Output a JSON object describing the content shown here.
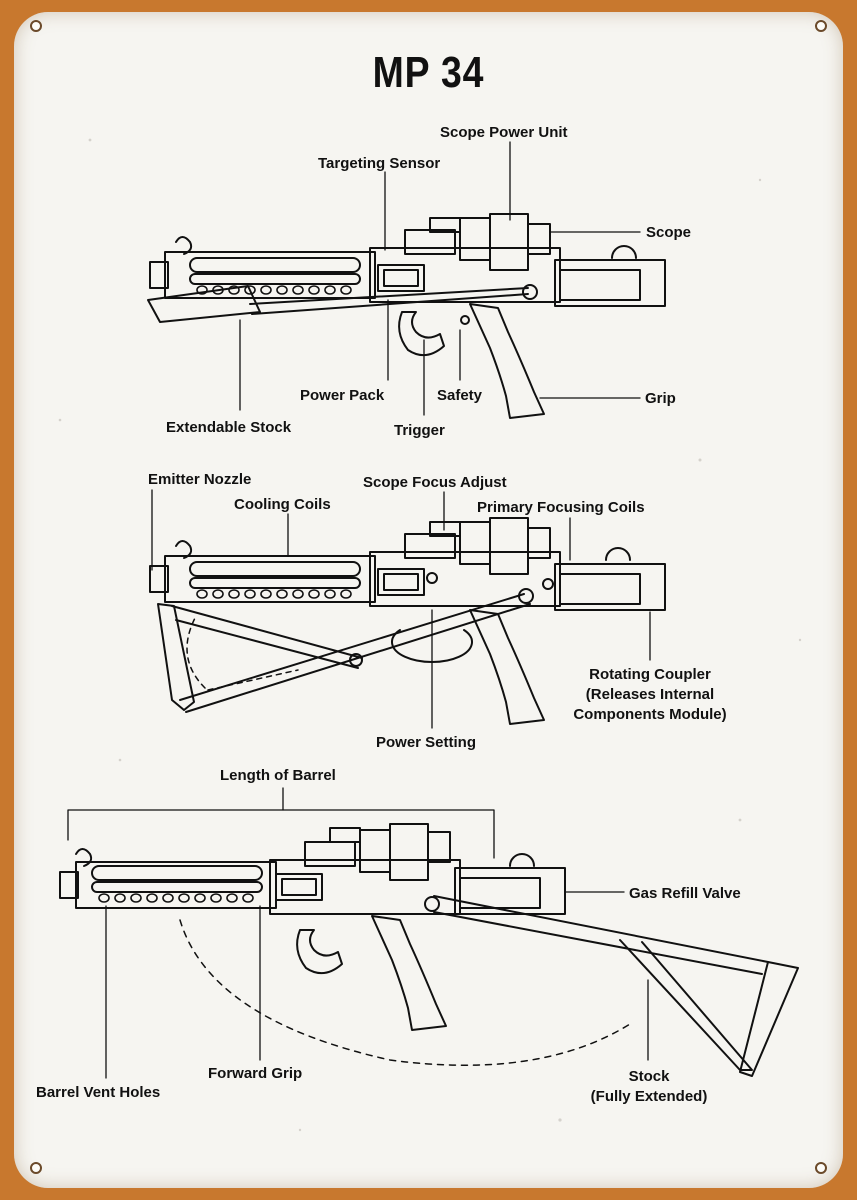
{
  "title": "MP 34",
  "colors": {
    "rust_border": "#c8782e",
    "panel": "#f6f5f1",
    "ink": "#111111"
  },
  "labels": {
    "scope_power_unit": "Scope Power Unit",
    "targeting_sensor": "Targeting Sensor",
    "scope": "Scope",
    "power_pack": "Power Pack",
    "safety": "Safety",
    "grip": "Grip",
    "extendable_stock": "Extendable Stock",
    "trigger": "Trigger",
    "emitter_nozzle": "Emitter Nozzle",
    "scope_focus_adjust": "Scope Focus Adjust",
    "cooling_coils": "Cooling Coils",
    "primary_focusing_coils": "Primary Focusing Coils",
    "rotating_coupler": "Rotating Coupler",
    "rotating_coupler_line2": "(Releases Internal",
    "rotating_coupler_line3": "Components Module)",
    "power_setting": "Power Setting",
    "length_of_barrel": "Length of Barrel",
    "gas_refill_valve": "Gas Refill Valve",
    "barrel_vent_holes": "Barrel Vent Holes",
    "forward_grip": "Forward Grip",
    "stock": "Stock",
    "stock_line2": "(Fully Extended)"
  }
}
